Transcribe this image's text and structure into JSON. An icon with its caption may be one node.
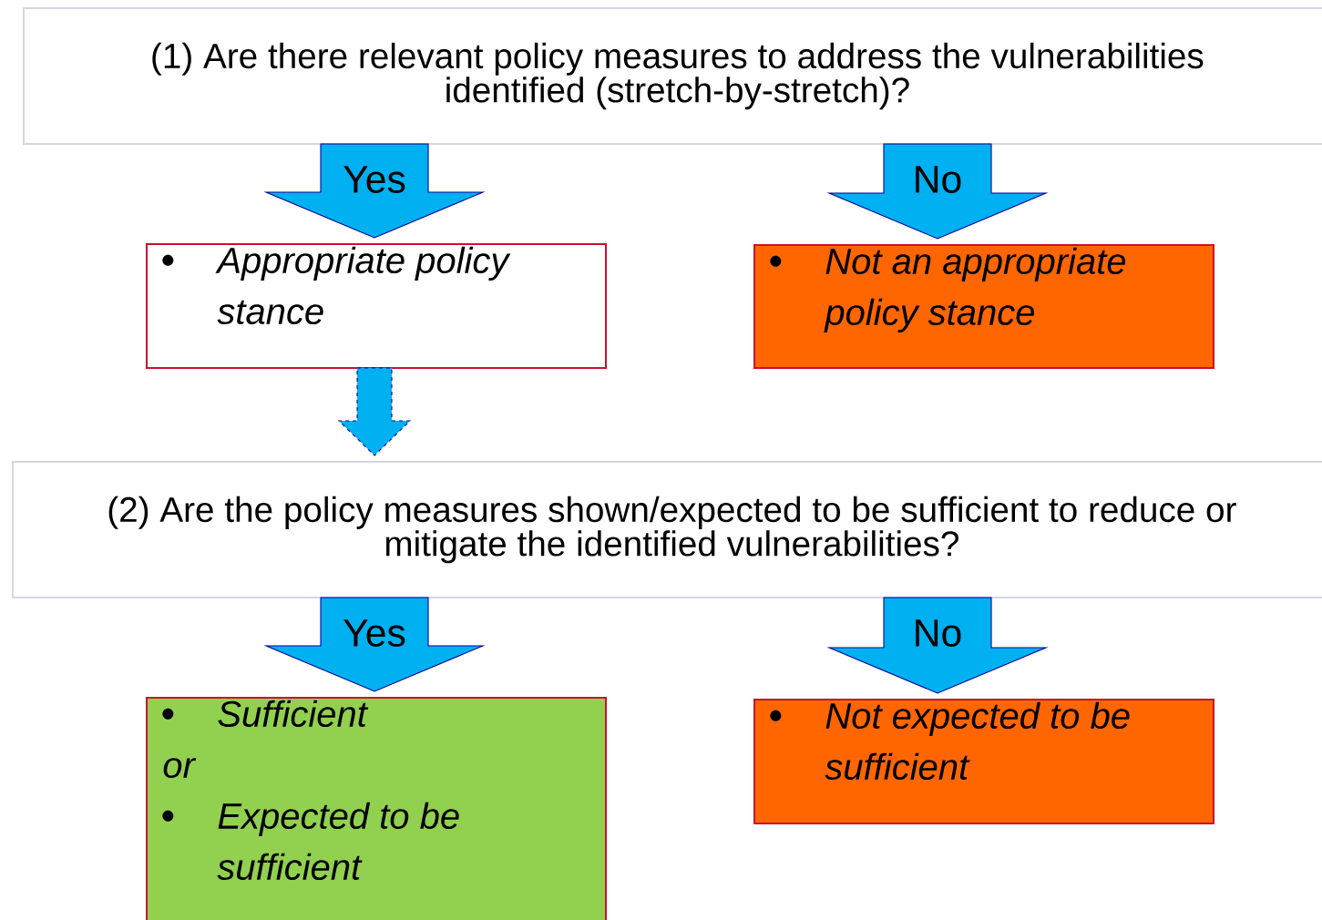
{
  "diagram": {
    "nodes": [
      {
        "text": [
          "(1) Are there relevant policy measures to address the vulnerabilities identified (stretch-by-stretch)?"
        ]
      },
      {
        "text": [
          "Appropriate policy stance"
        ]
      },
      {
        "text": [
          "Not an appropriate policy stance"
        ]
      },
      {
        "text": [
          "(2) Are the policy measures shown/expected to be sufficient to reduce or mitigate the identified vulnerabilities?"
        ]
      },
      {
        "text": [
          "Sufficient",
          "or",
          "Expected to be sufficient"
        ]
      },
      {
        "text": [
          "Not expected to be sufficient"
        ]
      }
    ],
    "edges": [
      {
        "from": 0,
        "to": 1,
        "arrow": "to",
        "label": "Yes"
      },
      {
        "from": 0,
        "to": 2,
        "arrow": "to",
        "label": "No"
      },
      {
        "from": 1,
        "to": 3,
        "arrow": "to",
        "style": "dashed"
      },
      {
        "from": 3,
        "to": 4,
        "arrow": "to",
        "label": "Yes"
      },
      {
        "from": 3,
        "to": 5,
        "arrow": "to",
        "label": "No"
      }
    ]
  }
}
